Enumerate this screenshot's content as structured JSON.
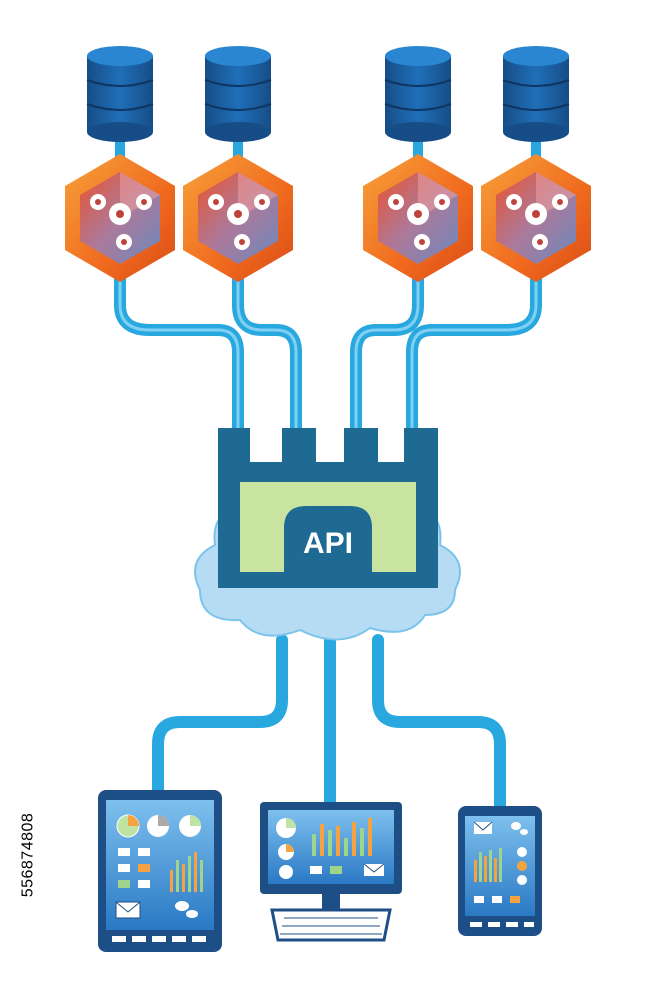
{
  "diagram": {
    "gateway_label": "API",
    "stock_id": "556874808",
    "databases": [
      {
        "name": "database-1"
      },
      {
        "name": "database-2"
      },
      {
        "name": "database-3"
      },
      {
        "name": "database-4"
      }
    ],
    "services": [
      {
        "name": "service-1"
      },
      {
        "name": "service-2"
      },
      {
        "name": "service-3"
      },
      {
        "name": "service-4"
      }
    ],
    "clients": [
      {
        "name": "tablet"
      },
      {
        "name": "desktop-monitor"
      },
      {
        "name": "smartphone"
      }
    ],
    "colors": {
      "pipe": "#29a8e0",
      "pipe_dark": "#1c86bf",
      "database": "#1c5a9b",
      "database_light": "#1d79c4",
      "hexagon": "#f37321",
      "hexagon_dark": "#e2561b",
      "gateway": "#1e6a92",
      "gateway_panel": "#c9e3a1",
      "cloud": "#b6dcf3",
      "device_frame": "#1e4e86",
      "device_screen": "#3c8dd1"
    }
  }
}
